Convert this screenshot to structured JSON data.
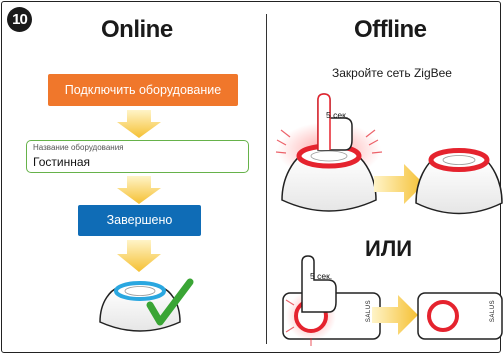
{
  "step": {
    "number": "10"
  },
  "online": {
    "title": "Online",
    "connect_button": "Подключить оборудование",
    "device_name_field": {
      "label": "Название оборудования",
      "value": "Гостинная"
    },
    "done_button": "Завершено"
  },
  "offline": {
    "title": "Offline",
    "instruction": "Закройте сеть ZigBee",
    "timer_label_top": "5 сек.",
    "timer_label_bottom": "5 сек.",
    "or_label": "ИЛИ",
    "brand_text": "SALUS"
  },
  "colors": {
    "orange": "#f0772b",
    "blue": "#0f6cb6",
    "green": "#66b24a",
    "arrow_yellow": "#f5c033",
    "ring_red": "#e5232e",
    "ring_blue": "#2aa7e0",
    "check_green": "#3aa535"
  }
}
